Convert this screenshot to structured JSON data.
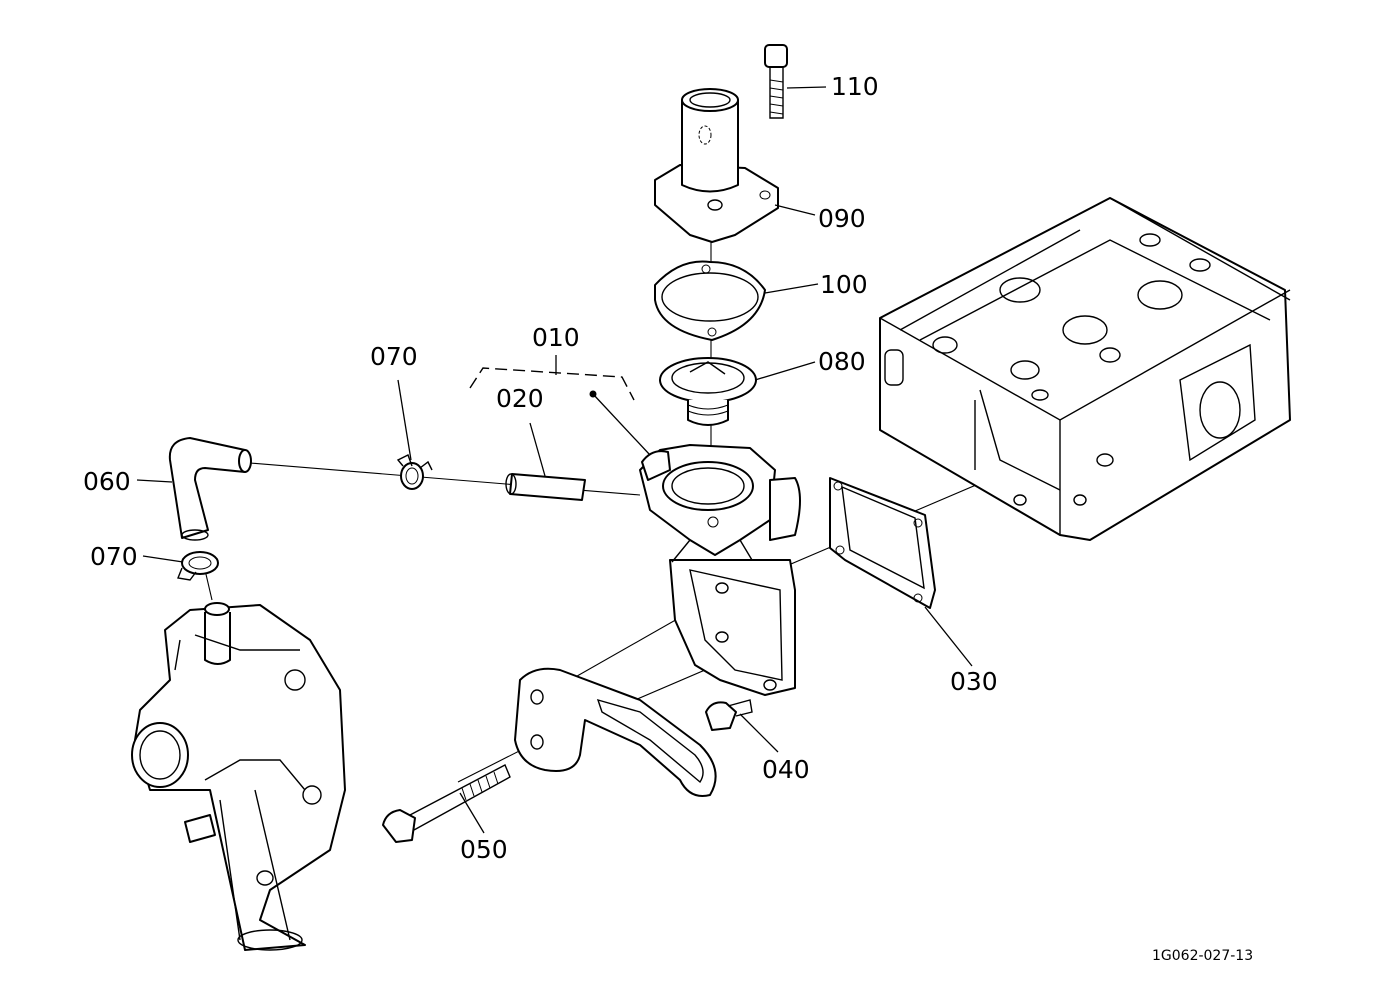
{
  "callouts": {
    "c010": "010",
    "c020": "020",
    "c030": "030",
    "c040": "040",
    "c050": "050",
    "c060": "060",
    "c070a": "070",
    "c070b": "070",
    "c080": "080",
    "c090": "090",
    "c100": "100",
    "c110": "110"
  },
  "drawing_code": "1G062-027-13"
}
